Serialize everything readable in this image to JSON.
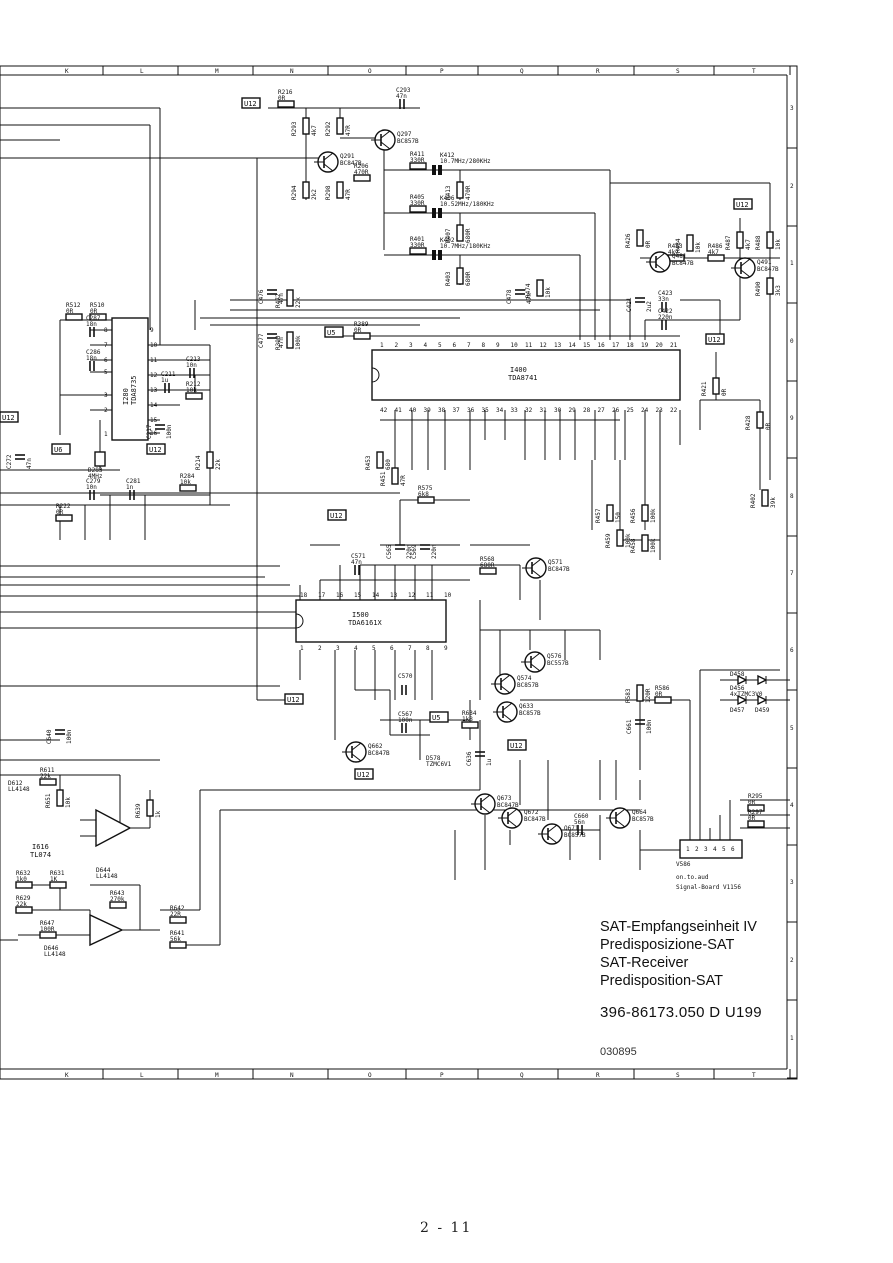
{
  "title_block": {
    "line1": "SAT-Empfangseinheit IV",
    "line2": "Predisposizione-SAT",
    "line3": "SAT-Receiver",
    "line4": "Predisposition-SAT",
    "doc_number": "396-86173.050 D U199",
    "date_code": "030895"
  },
  "page_number": "2 - 11",
  "board_label": "Signal-Board V1156",
  "connector_note": "on.to.aud",
  "grid_columns": [
    "K",
    "L",
    "M",
    "N",
    "O",
    "P",
    "Q",
    "R",
    "S",
    "T"
  ],
  "grid_rows": [
    "3",
    "2",
    "1",
    "0",
    "9",
    "8",
    "7",
    "6",
    "5",
    "4",
    "3",
    "2",
    "1"
  ],
  "ics": {
    "i280": {
      "ref": "I280",
      "type": "TDA8735"
    },
    "i400": {
      "ref": "I400",
      "type": "TDA8741"
    },
    "i500": {
      "ref": "I500",
      "type": "TDA6161X"
    },
    "i616": {
      "ref": "I616",
      "type": "TL074"
    }
  },
  "supply_tags": [
    "U12",
    "U5",
    "U6",
    "U12",
    "U12",
    "U12",
    "U12",
    "U12",
    "U12",
    "U5",
    "U12",
    "U12"
  ],
  "transistors": [
    {
      "ref": "Q291",
      "type": "BC847B"
    },
    {
      "ref": "Q297",
      "type": "BC857B"
    },
    {
      "ref": "Q481",
      "type": "BC847B"
    },
    {
      "ref": "Q491",
      "type": "BC847B"
    },
    {
      "ref": "Q571",
      "type": "BC847B"
    },
    {
      "ref": "Q576",
      "type": "BC557B"
    },
    {
      "ref": "Q574",
      "type": "BC857B"
    },
    {
      "ref": "Q633",
      "type": "BC857B"
    },
    {
      "ref": "Q662",
      "type": "BC847B"
    },
    {
      "ref": "Q673",
      "type": "BC847B"
    },
    {
      "ref": "Q672",
      "type": "BC847B"
    },
    {
      "ref": "Q671",
      "type": "BC857B"
    },
    {
      "ref": "Q664",
      "type": "BC857B"
    }
  ],
  "filters": [
    {
      "ref": "K412",
      "value": "10.7MHz/280KHz"
    },
    {
      "ref": "K406",
      "value": "10.52MHz/180KHz"
    },
    {
      "ref": "K402",
      "value": "10.7MHz/180KHz"
    }
  ],
  "resistors": [
    {
      "ref": "R216",
      "value": "0R"
    },
    {
      "ref": "R293",
      "value": "4k7"
    },
    {
      "ref": "R292",
      "value": "47R"
    },
    {
      "ref": "R294",
      "value": "2k2"
    },
    {
      "ref": "R298",
      "value": "47R"
    },
    {
      "ref": "R206",
      "value": "470R"
    },
    {
      "ref": "R411",
      "value": "330R"
    },
    {
      "ref": "R413",
      "value": "470R"
    },
    {
      "ref": "R405",
      "value": "330R"
    },
    {
      "ref": "R407",
      "value": "680R"
    },
    {
      "ref": "R401",
      "value": "330R"
    },
    {
      "ref": "R403",
      "value": "680R"
    },
    {
      "ref": "R474",
      "value": "10k"
    },
    {
      "ref": "R472",
      "value": "22k"
    },
    {
      "ref": "R390",
      "value": "100k"
    },
    {
      "ref": "R389",
      "value": "0R"
    },
    {
      "ref": "R512",
      "value": "0R"
    },
    {
      "ref": "R510",
      "value": "0R"
    },
    {
      "ref": "R212",
      "value": "10k"
    },
    {
      "ref": "R214",
      "value": "22k"
    },
    {
      "ref": "R284",
      "value": "10k"
    },
    {
      "ref": "R222",
      "value": "0R"
    },
    {
      "ref": "R575",
      "value": "6k8"
    },
    {
      "ref": "R568",
      "value": "680R"
    },
    {
      "ref": "R451",
      "value": "47R"
    },
    {
      "ref": "R453",
      "value": "680"
    },
    {
      "ref": "R426",
      "value": "0R"
    },
    {
      "ref": "R484",
      "value": "10k"
    },
    {
      "ref": "R483",
      "value": "4k7"
    },
    {
      "ref": "R486",
      "value": "4k7"
    },
    {
      "ref": "R487",
      "value": "4k7"
    },
    {
      "ref": "R488",
      "value": "10k"
    },
    {
      "ref": "R490",
      "value": "3k3"
    },
    {
      "ref": "R421",
      "value": "0R"
    },
    {
      "ref": "R428",
      "value": "0R"
    },
    {
      "ref": "R402",
      "value": "39k"
    },
    {
      "ref": "R459",
      "value": "100k"
    },
    {
      "ref": "R457",
      "value": "150"
    },
    {
      "ref": "R456",
      "value": "100k"
    },
    {
      "ref": "R458",
      "value": "100k"
    },
    {
      "ref": "R634",
      "value": "1k8"
    },
    {
      "ref": "R586",
      "value": "0R"
    },
    {
      "ref": "R583",
      "value": "120R"
    },
    {
      "ref": "R611",
      "value": "22k"
    },
    {
      "ref": "R651",
      "value": "10k"
    },
    {
      "ref": "R639",
      "value": "1k"
    },
    {
      "ref": "R632",
      "value": "1k0"
    },
    {
      "ref": "R631",
      "value": "1K"
    },
    {
      "ref": "R629",
      "value": "22k"
    },
    {
      "ref": "R647",
      "value": "100R"
    },
    {
      "ref": "R643",
      "value": "270k"
    },
    {
      "ref": "R642",
      "value": "22R"
    },
    {
      "ref": "R641",
      "value": "56k"
    },
    {
      "ref": "R295",
      "value": "0R"
    },
    {
      "ref": "R297",
      "value": "0R"
    }
  ],
  "capacitors": [
    {
      "ref": "C293",
      "value": "47n"
    },
    {
      "ref": "C476",
      "value": "47n"
    },
    {
      "ref": "C477",
      "value": "47n"
    },
    {
      "ref": "C478",
      "value": "47n"
    },
    {
      "ref": "C287",
      "value": "18n"
    },
    {
      "ref": "C286",
      "value": "18n"
    },
    {
      "ref": "C213",
      "value": "10n"
    },
    {
      "ref": "C211",
      "value": "1u"
    },
    {
      "ref": "C217",
      "value": "100n"
    },
    {
      "ref": "C272",
      "value": "47n"
    },
    {
      "ref": "C279",
      "value": "10n"
    },
    {
      "ref": "C281",
      "value": "1n"
    },
    {
      "ref": "C423",
      "value": "33n"
    },
    {
      "ref": "C422",
      "value": "220n"
    },
    {
      "ref": "C421",
      "value": "2u2"
    },
    {
      "ref": "C571",
      "value": "47n"
    },
    {
      "ref": "C565",
      "value": "220n"
    },
    {
      "ref": "C569",
      "value": "220n"
    },
    {
      "ref": "C570",
      "value": ""
    },
    {
      "ref": "C567",
      "value": "100n"
    },
    {
      "ref": "C636",
      "value": "1u"
    },
    {
      "ref": "C661",
      "value": "100n"
    },
    {
      "ref": "C660",
      "value": "56n"
    },
    {
      "ref": "C640",
      "value": "100n"
    }
  ],
  "diodes": [
    {
      "ref": "D283",
      "value": "4MHz"
    },
    {
      "ref": "D612",
      "value": "LL4148"
    },
    {
      "ref": "D644",
      "value": "LL4148"
    },
    {
      "ref": "D646",
      "value": "LL4148"
    },
    {
      "ref": "D578",
      "value": "TZMC6V1"
    },
    {
      "ref": "D456",
      "value": "4xTZMC3V0"
    },
    {
      "ref": "D458",
      "value": ""
    },
    {
      "ref": "D457",
      "value": ""
    },
    {
      "ref": "D459",
      "value": ""
    }
  ],
  "connector": {
    "ref": "V586",
    "pins": [
      "1",
      "2",
      "3",
      "4",
      "5",
      "6"
    ]
  }
}
